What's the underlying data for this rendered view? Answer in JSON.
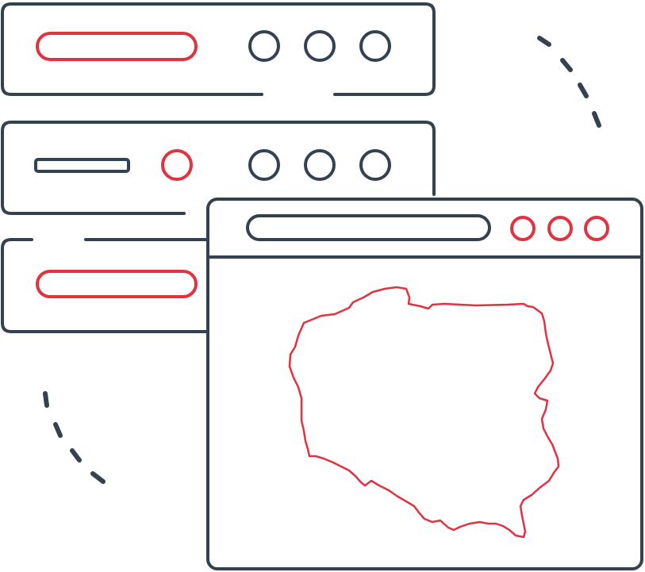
{
  "illustration": {
    "servers": [
      {
        "id": "server-1",
        "bar": "red",
        "status_lights": 3
      },
      {
        "id": "server-2",
        "bar": "dark",
        "accent_light": "red",
        "status_lights": 3
      },
      {
        "id": "server-3",
        "bar": "red"
      }
    ],
    "browser_window": {
      "address_bar": "empty",
      "window_controls": 3,
      "content": "poland-map-outline"
    },
    "decorations": [
      "dashed-arc-top-right",
      "dashed-arc-bottom-left"
    ],
    "colors": {
      "outline": "#334150",
      "accent": "#E0323F",
      "background": "#FFFFFF"
    },
    "icons": [
      "server-rack-icon",
      "browser-window-icon",
      "poland-map-icon",
      "dashed-arc-icon"
    ]
  }
}
